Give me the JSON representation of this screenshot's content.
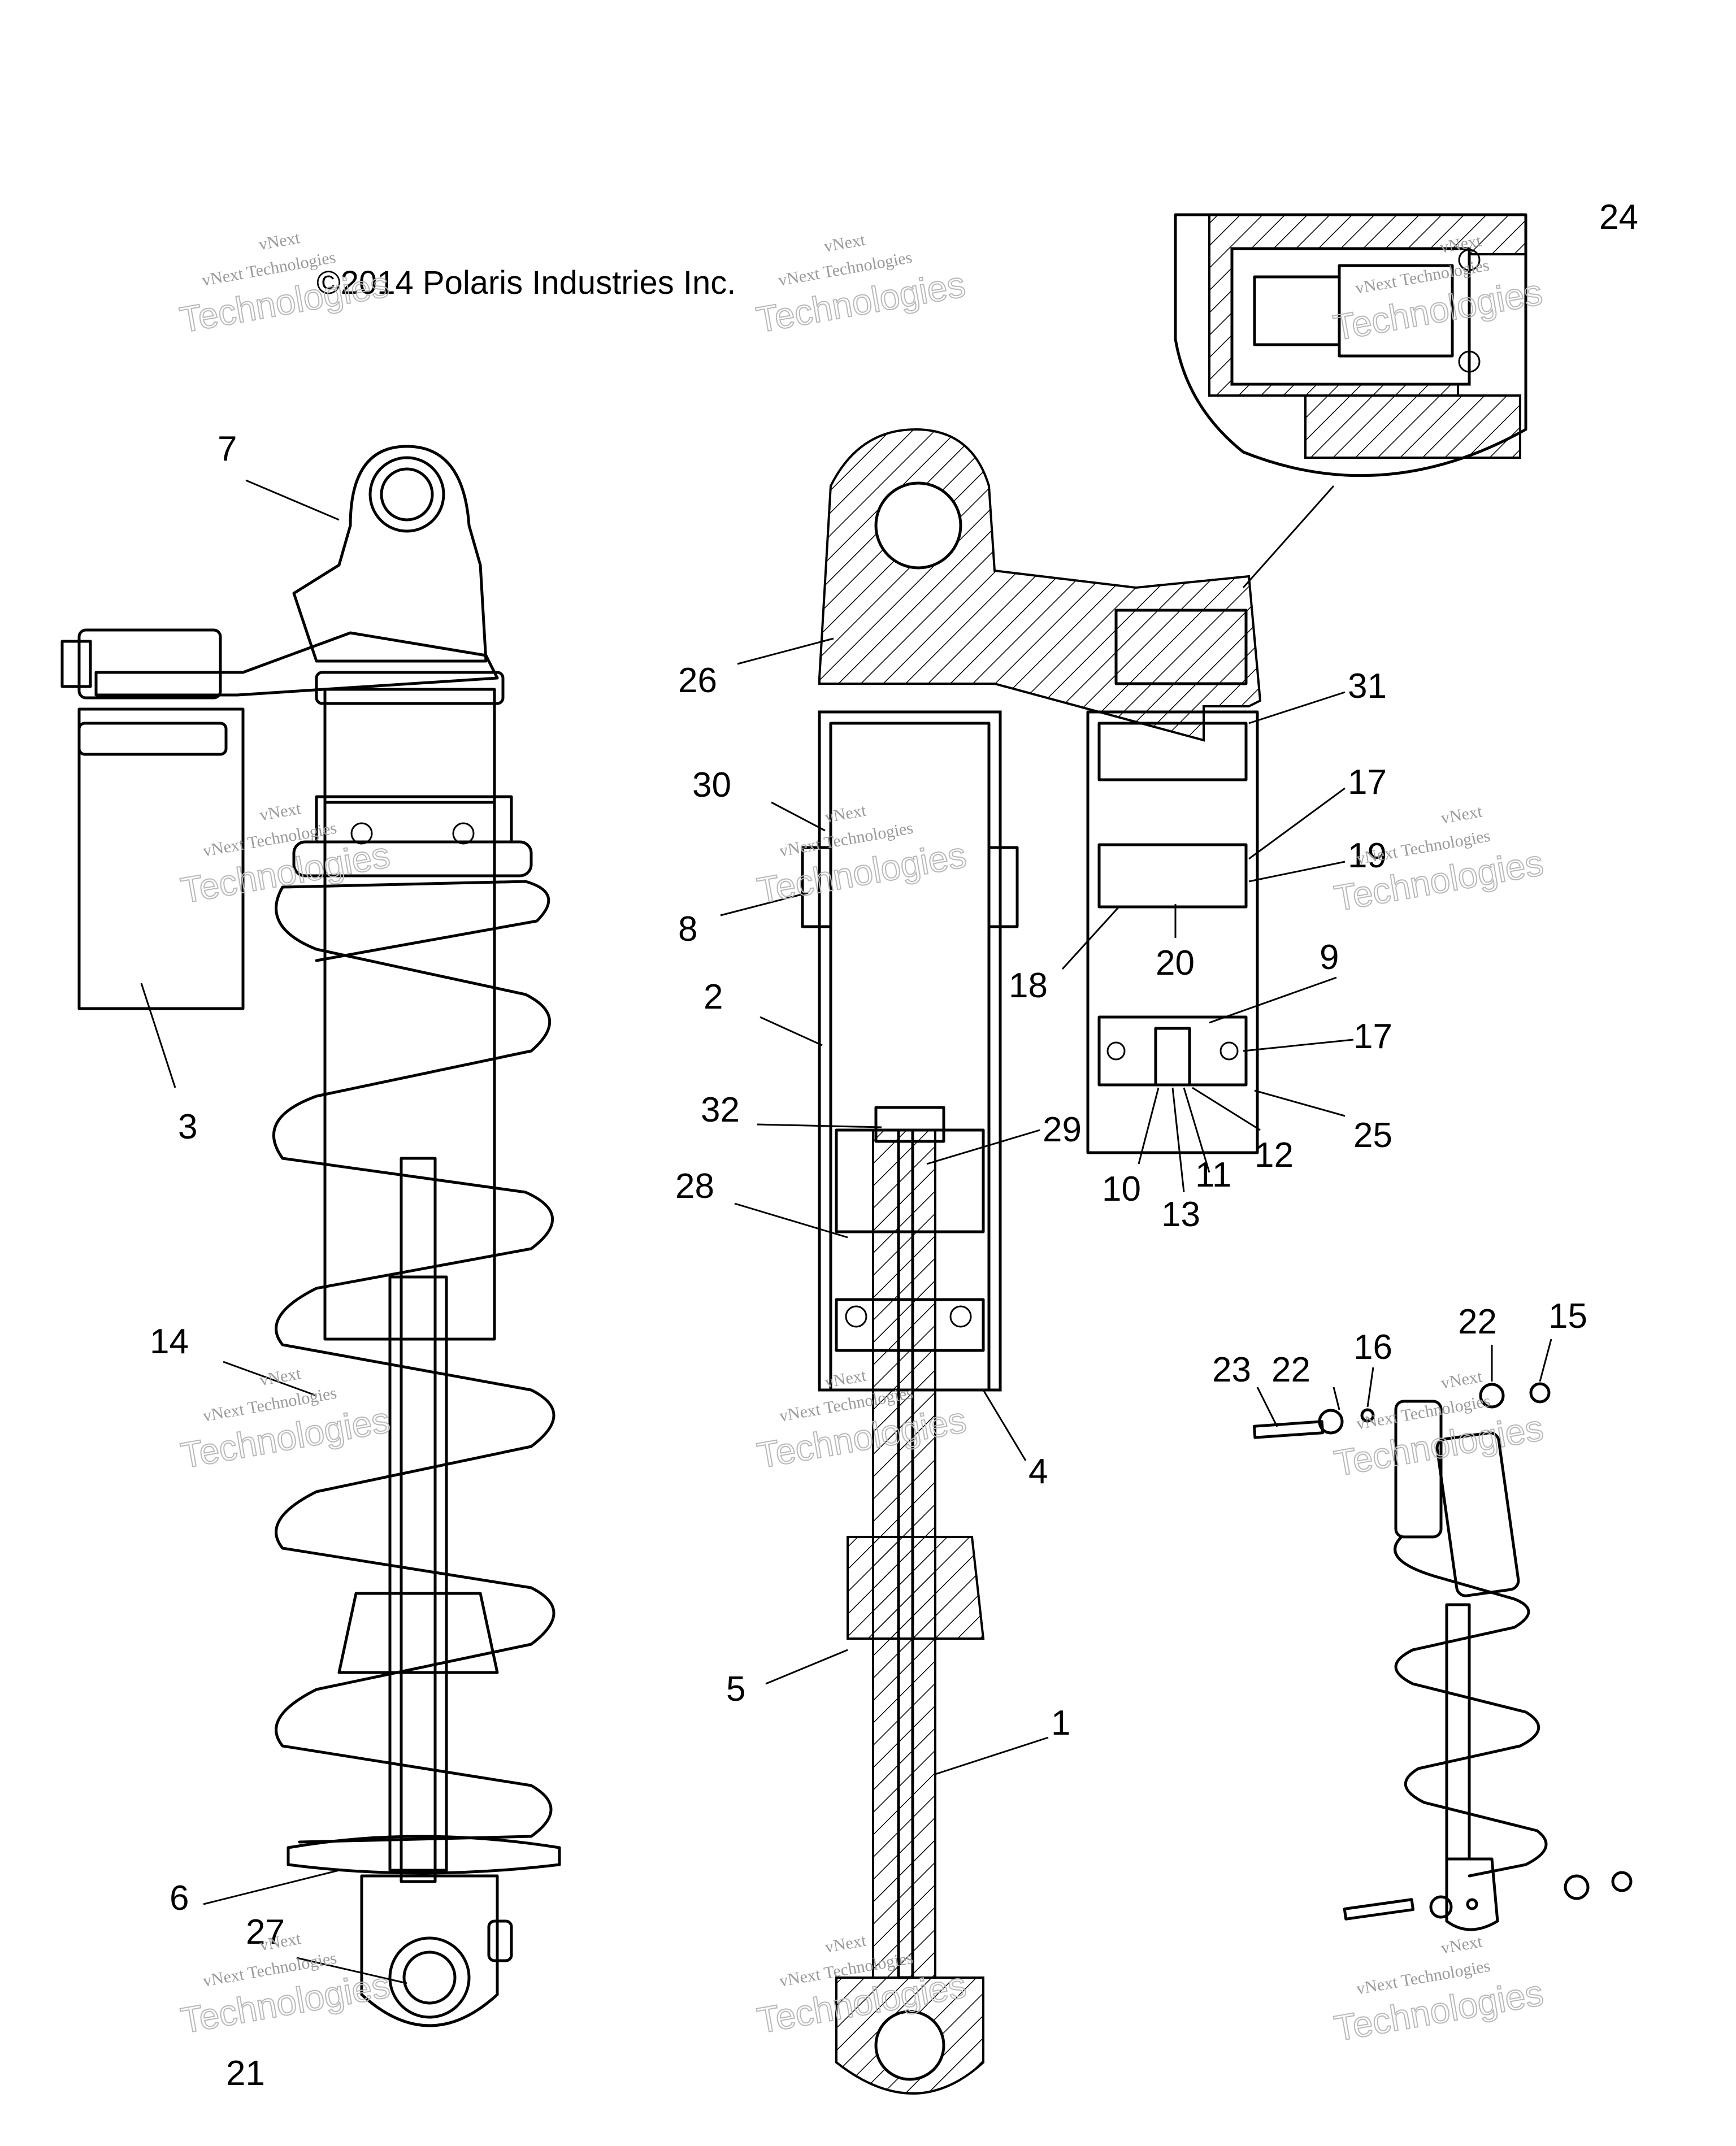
{
  "copyright": "©2014 Polaris Industries Inc.",
  "watermark": {
    "line1": "vNext",
    "line2": "vNext Technologies",
    "line3": "Technologies"
  },
  "callouts": {
    "c1": "1",
    "c2": "2",
    "c3": "3",
    "c4": "4",
    "c5": "5",
    "c6": "6",
    "c7": "7",
    "c8": "8",
    "c9": "9",
    "c10": "10",
    "c11": "11",
    "c12": "12",
    "c13": "13",
    "c14": "14",
    "c15": "15",
    "c16": "16",
    "c17a": "17",
    "c17b": "17",
    "c18": "18",
    "c19": "19",
    "c20": "20",
    "c21": "21",
    "c22a": "22",
    "c22b": "22",
    "c23": "23",
    "c24": "24",
    "c25": "25",
    "c26": "26",
    "c27": "27",
    "c28": "28",
    "c29": "29",
    "c30": "30",
    "c31": "31",
    "c32": "32"
  },
  "colors": {
    "line": "#000000",
    "background": "#ffffff",
    "watermark": "#9a9a9a"
  }
}
